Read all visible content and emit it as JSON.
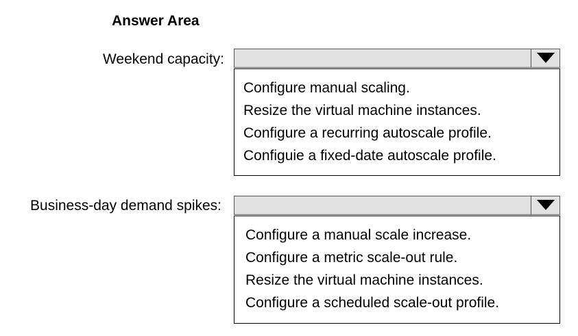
{
  "title": "Answer Area",
  "questions": [
    {
      "label": "Weekend capacity:",
      "selected": "",
      "options": [
        "Configure manual scaling.",
        "Resize the virtual machine instances.",
        "Configure a recurring autoscale profile.",
        "Configuie a fixed-date autoscale profile."
      ]
    },
    {
      "label": "Business-day demand spikes:",
      "selected": "",
      "options": [
        "Configure a manual scale increase.",
        "Configure a metric scale-out rule.",
        "Resize the virtual machine instances.",
        "Configure a scheduled scale-out profile."
      ]
    }
  ],
  "icons": {
    "dropdown_arrow": "triangle-down-icon"
  },
  "colors": {
    "select_background": "#e2e2e2",
    "border": "#555555",
    "text": "#000000"
  }
}
